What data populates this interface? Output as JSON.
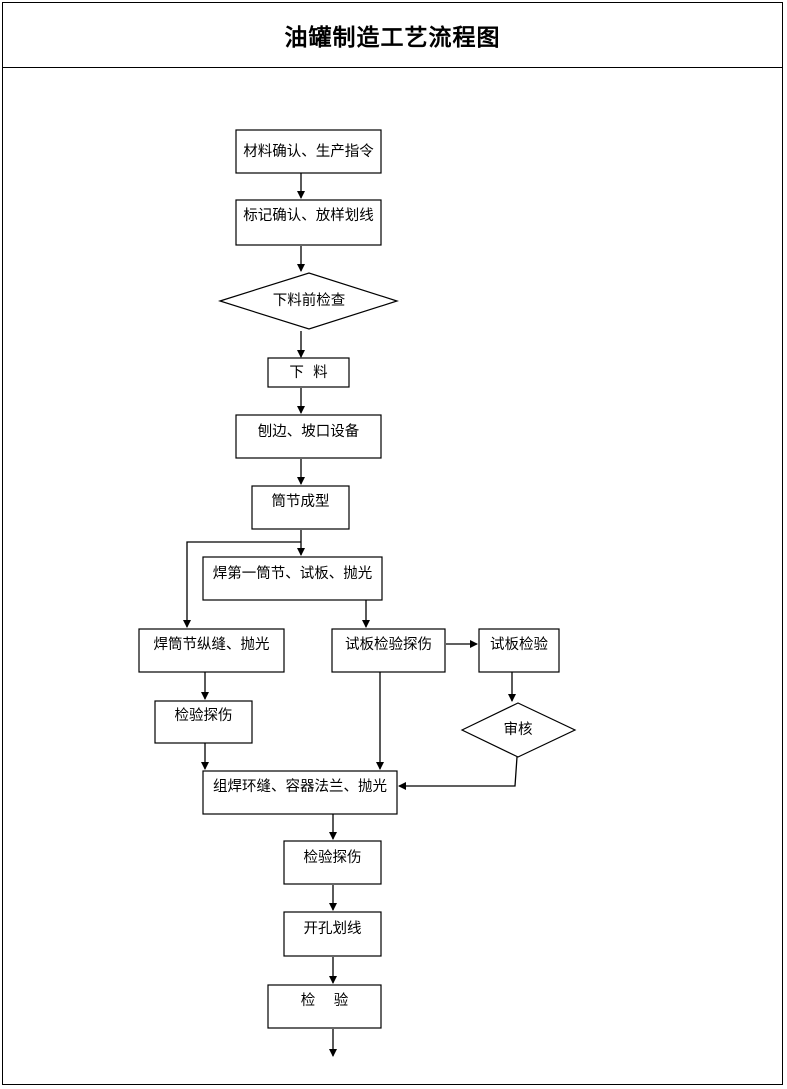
{
  "title": "油罐制造工艺流程图",
  "nodes": [
    {
      "id": "n1",
      "label": "材料确认、生产指令"
    },
    {
      "id": "n2",
      "label": "标记确认、放样划线"
    },
    {
      "id": "n3",
      "label": "下料前检查"
    },
    {
      "id": "n4",
      "label": "下  料"
    },
    {
      "id": "n5",
      "label": "刨边、坡口设备"
    },
    {
      "id": "n6",
      "label": "筒节成型"
    },
    {
      "id": "n7",
      "label": "焊第一筒节、试板、抛光"
    },
    {
      "id": "n8",
      "label": "焊筒节纵缝、抛光"
    },
    {
      "id": "n9",
      "label": "试板检验探伤"
    },
    {
      "id": "n10",
      "label": "试板检验"
    },
    {
      "id": "n11",
      "label": "检验探伤"
    },
    {
      "id": "n12",
      "label": "审核"
    },
    {
      "id": "n13",
      "label": "组焊环缝、容器法兰、抛光"
    },
    {
      "id": "n14",
      "label": "检验探伤"
    },
    {
      "id": "n15",
      "label": "开孔划线"
    },
    {
      "id": "n16",
      "label": "检    验"
    }
  ]
}
